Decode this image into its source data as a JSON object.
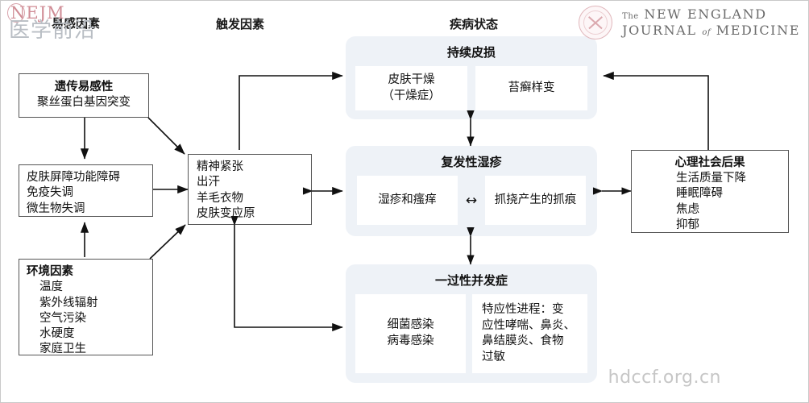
{
  "branding": {
    "cn_watermark_word": "NEJM",
    "cn_watermark_cn": "医学前沿",
    "logo_line1_the": "The",
    "logo_line1": "NEW ENGLAND",
    "logo_line2a": "JOURNAL",
    "logo_line2of": "of",
    "logo_line2b": "MEDICINE",
    "bottom_watermark": "hdccf.org.cn"
  },
  "headers": {
    "col1": "易感因素",
    "col2": "触发因素",
    "col3": "疾病状态"
  },
  "susceptibility": {
    "genetic": {
      "title": "遗传易感性",
      "line1": "聚丝蛋白基因突变"
    },
    "dysfunction": {
      "line1": "皮肤屏障功能障碍",
      "line2": "免疫失调",
      "line3": "微生物失调"
    },
    "environment": {
      "title": "环境因素",
      "items": [
        "温度",
        "紫外线辐射",
        "空气污染",
        "水硬度",
        "家庭卫生"
      ]
    }
  },
  "triggers": {
    "items": [
      "精神紧张",
      "出汗",
      "羊毛衣物",
      "皮肤变应原"
    ]
  },
  "disease_states": {
    "persistent": {
      "title": "持续皮损",
      "card1": "皮肤干燥\n（干燥症）",
      "card2": "苔癣样变"
    },
    "recurrent": {
      "title": "复发性湿疹",
      "card1": "湿疹和瘙痒",
      "arrow": "↔",
      "card2": "抓挠产生的抓痕"
    },
    "transient": {
      "title": "一过性并发症",
      "card1": "细菌感染\n病毒感染",
      "card2": "特应性进程：变\n应性哮喘、鼻炎、\n鼻结膜炎、食物\n过敏"
    }
  },
  "psychosocial": {
    "title": "心理社会后果",
    "items": [
      "生活质量下降",
      "睡眠障碍",
      "焦虑",
      "抑郁"
    ]
  },
  "colors": {
    "panel_bg": "#eef2f7",
    "box_border": "#555555",
    "brand_red": "#d08d96",
    "watermark_gray": "#c6c6c6"
  }
}
